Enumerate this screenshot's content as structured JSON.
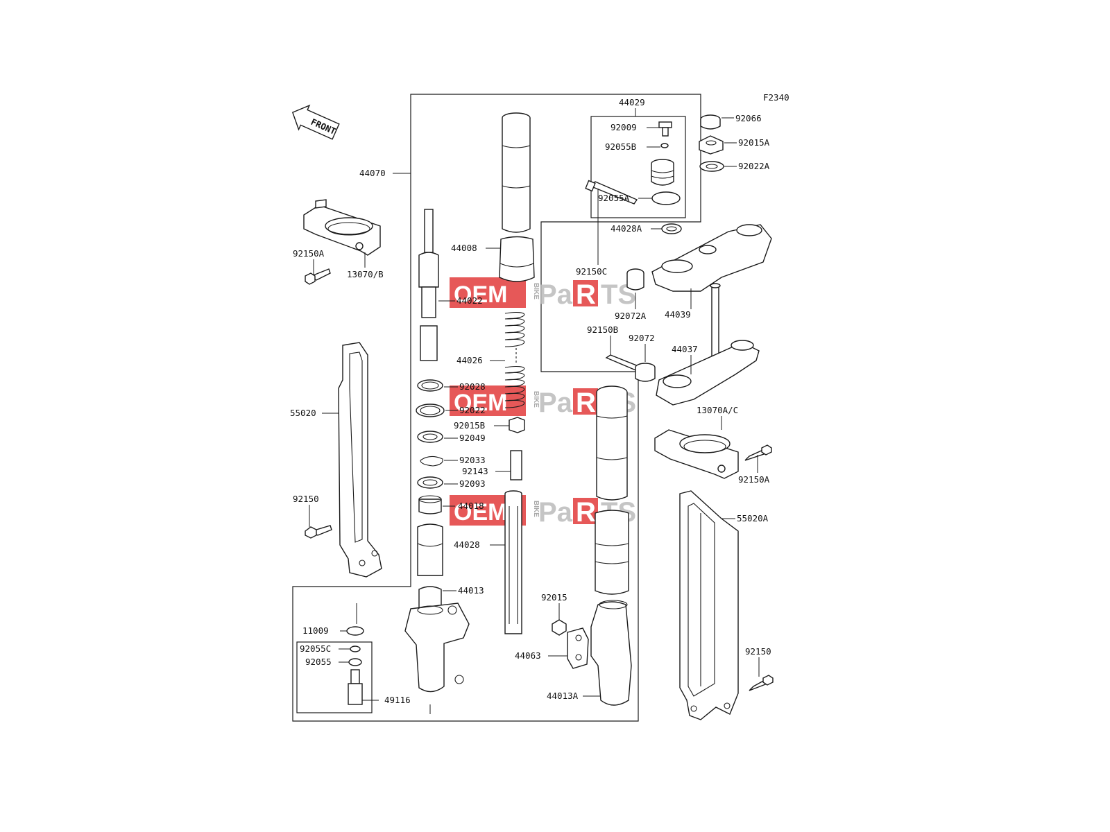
{
  "figure_code": "F2340",
  "front_arrow_text": "FRONT",
  "watermark": {
    "oem": "OEM",
    "bike": "BIKE",
    "pa": "Pa",
    "r": "R",
    "ts": "TS",
    "color": "#e23b3b"
  },
  "labels": [
    {
      "id": "44070",
      "text": "44070"
    },
    {
      "id": "44029",
      "text": "44029"
    },
    {
      "id": "92009",
      "text": "92009"
    },
    {
      "id": "92055B",
      "text": "92055B"
    },
    {
      "id": "92055A",
      "text": "92055A"
    },
    {
      "id": "44028A",
      "text": "44028A"
    },
    {
      "id": "92066",
      "text": "92066"
    },
    {
      "id": "92015A",
      "text": "92015A"
    },
    {
      "id": "92022A",
      "text": "92022A"
    },
    {
      "id": "92150A_top",
      "text": "92150A"
    },
    {
      "id": "13070B",
      "text": "13070/B"
    },
    {
      "id": "44008",
      "text": "44008"
    },
    {
      "id": "92150C",
      "text": "92150C"
    },
    {
      "id": "92072A",
      "text": "92072A"
    },
    {
      "id": "44039",
      "text": "44039"
    },
    {
      "id": "44022",
      "text": "44022"
    },
    {
      "id": "92150B",
      "text": "92150B"
    },
    {
      "id": "92072",
      "text": "92072"
    },
    {
      "id": "44037",
      "text": "44037"
    },
    {
      "id": "44026",
      "text": "44026"
    },
    {
      "id": "92028",
      "text": "92028"
    },
    {
      "id": "92022",
      "text": "92022"
    },
    {
      "id": "55020",
      "text": "55020"
    },
    {
      "id": "92015B",
      "text": "92015B"
    },
    {
      "id": "92049",
      "text": "92049"
    },
    {
      "id": "13070AC",
      "text": "13070A/C"
    },
    {
      "id": "92033",
      "text": "92033"
    },
    {
      "id": "92143",
      "text": "92143"
    },
    {
      "id": "92093",
      "text": "92093"
    },
    {
      "id": "92150A_right",
      "text": "92150A"
    },
    {
      "id": "44018",
      "text": "44018"
    },
    {
      "id": "92150_left",
      "text": "92150"
    },
    {
      "id": "55020A",
      "text": "55020A"
    },
    {
      "id": "44028",
      "text": "44028"
    },
    {
      "id": "44013",
      "text": "44013"
    },
    {
      "id": "92015",
      "text": "92015"
    },
    {
      "id": "11009",
      "text": "11009"
    },
    {
      "id": "92055C",
      "text": "92055C"
    },
    {
      "id": "92055",
      "text": "92055"
    },
    {
      "id": "44063",
      "text": "44063"
    },
    {
      "id": "92150_right",
      "text": "92150"
    },
    {
      "id": "44013A",
      "text": "44013A"
    },
    {
      "id": "49116",
      "text": "49116"
    }
  ]
}
